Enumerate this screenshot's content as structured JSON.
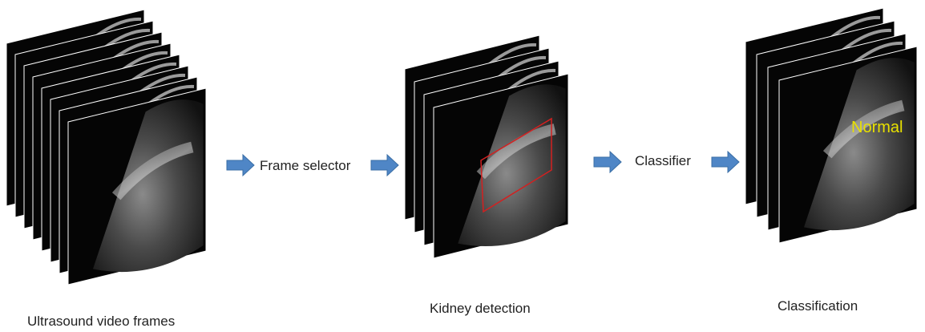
{
  "stages": {
    "input": {
      "caption": "Ultrasound video frames"
    },
    "detection": {
      "caption": "Kidney detection"
    },
    "classification": {
      "caption": "Classification",
      "overlay_label": "Normal"
    }
  },
  "steps": {
    "frame_selector": "Frame selector",
    "classifier": "Classifier"
  },
  "colors": {
    "arrow": "#4f86c6",
    "arrow_stroke": "#3a6ea5",
    "frame_border": "#000000",
    "detection_box": "#d32020",
    "overlay_text": "#e8e000"
  },
  "icons": [
    "right-arrow-icon",
    "ultrasound-frame-stack-icon"
  ]
}
